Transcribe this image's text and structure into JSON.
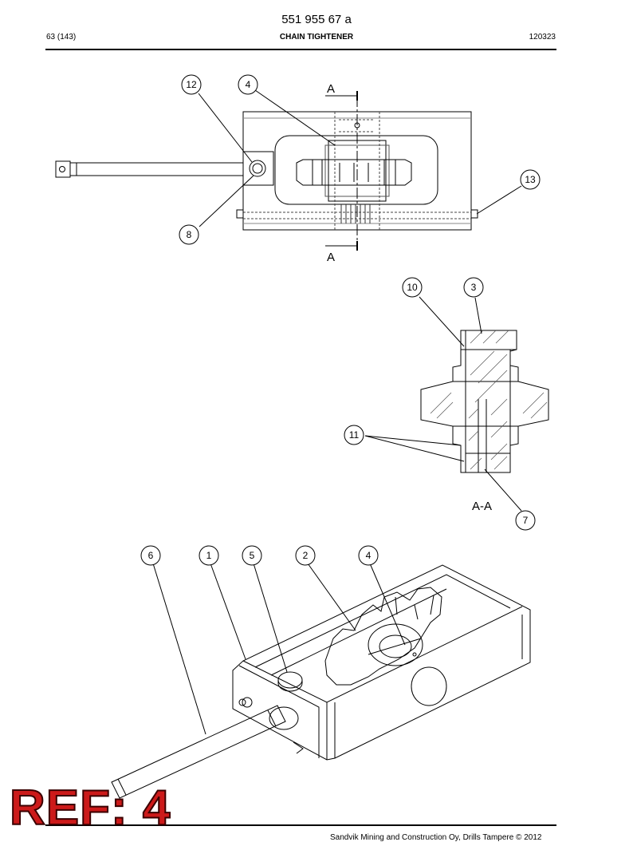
{
  "header": {
    "doc_number": "551 955 67 a",
    "page": "63 (143)",
    "title": "CHAIN TIGHTENER",
    "code": "120323"
  },
  "section_labels": {
    "top_a": "A",
    "bottom_a": "A",
    "section_aa": "A-A"
  },
  "callouts": {
    "c12": "12",
    "c4a": "4",
    "c13": "13",
    "c8": "8",
    "c10": "10",
    "c3": "3",
    "c11": "11",
    "c7": "7",
    "c6": "6",
    "c1": "1",
    "c5": "5",
    "c2": "2",
    "c4b": "4"
  },
  "footer": {
    "copyright": "Sandvik Mining and Construction Oy, Drills Tampere © 2012"
  },
  "stamp": {
    "text": "REF: 4",
    "color": "#cc1a1a"
  }
}
